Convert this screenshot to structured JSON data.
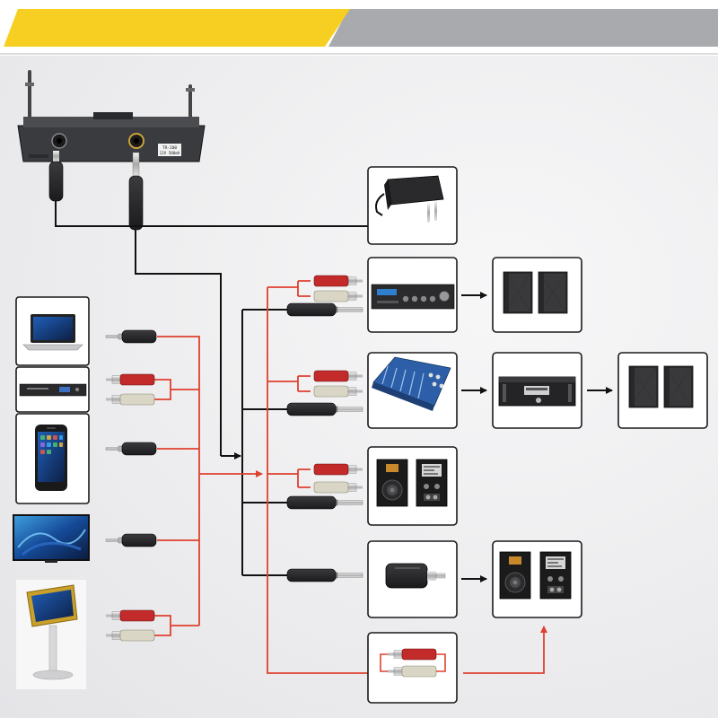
{
  "colors": {
    "banner_accent": "#f6cf22",
    "banner_bar": "#a9aaad",
    "cable_black": "#111111",
    "cable_red": "#e0402f",
    "rca_red": "#c32a2a",
    "rca_white": "#d9d6c6",
    "box_stroke": "#1a1a1a"
  },
  "receiver": {
    "label_line1": "TR-200",
    "label_line2": "12V 500mA"
  },
  "sources": [
    {
      "icon": "laptop-icon",
      "output": "3.5mm-plug"
    },
    {
      "icon": "dvd-player-icon",
      "output": "rca-pair"
    },
    {
      "icon": "smartphone-icon",
      "output": "3.5mm-plug"
    },
    {
      "icon": "tv-icon",
      "output": "3.5mm-plug"
    },
    {
      "icon": "karaoke-kiosk-icon",
      "output": "rca-pair"
    }
  ],
  "destinations": [
    {
      "icon": "power-adapter-icon"
    },
    {
      "icon": "amplifier-icon",
      "chain": [
        "passive-speakers-icon"
      ]
    },
    {
      "icon": "mixer-icon",
      "chain": [
        "power-amplifier-icon",
        "passive-speakers-icon"
      ]
    },
    {
      "icon": "active-speakers-icon"
    },
    {
      "icon": "jack-adapter-icon",
      "chain": [
        "active-speakers-icon"
      ]
    },
    {
      "icon": "rca-cable-icon",
      "chain": [
        "active-speakers-icon"
      ]
    }
  ]
}
